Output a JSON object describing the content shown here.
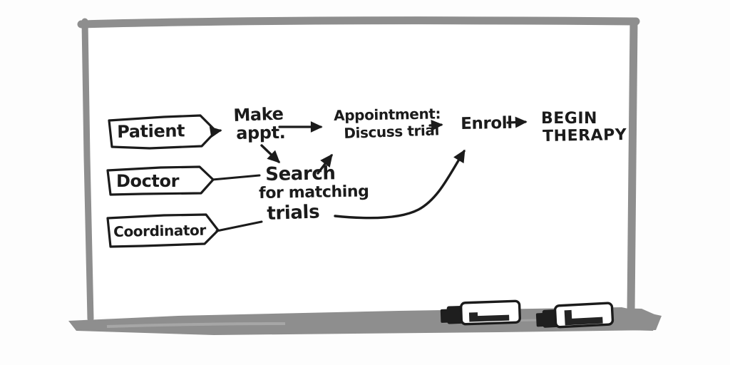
{
  "colors": {
    "ink": "#1b1b1b",
    "frame_gray": "#8e8e8e",
    "board_white": "#ffffff"
  },
  "whiteboard": {
    "roles": [
      {
        "label": "Patient"
      },
      {
        "label": "Doctor"
      },
      {
        "label": "Coordinator"
      }
    ],
    "steps": {
      "make_appt": {
        "line1": "Make",
        "line2": "appt."
      },
      "appointment": {
        "line1": "Appointment:",
        "line2": "Discuss trial"
      },
      "search": {
        "line1": "Search",
        "line2": "for matching",
        "line3": "trials"
      },
      "enroll": {
        "label": "Enroll"
      },
      "begin_therapy": {
        "line1": "BEGIN",
        "line2": "THERAPY"
      }
    },
    "edges": [
      "Patient -> Make appt.",
      "Make appt. -> Appointment: Discuss trial",
      "Make appt. -> Search for matching trials",
      "Doctor -> Search for matching trials",
      "Search for matching trials -> Appointment: Discuss trial",
      "Coordinator -> Search for matching trials",
      "Search for matching trials -> Enroll",
      "Appointment: Discuss trial -> Enroll",
      "Enroll -> BEGIN THERAPY"
    ],
    "tray_items": [
      {
        "name": "whiteboard marker"
      },
      {
        "name": "whiteboard marker"
      }
    ]
  }
}
